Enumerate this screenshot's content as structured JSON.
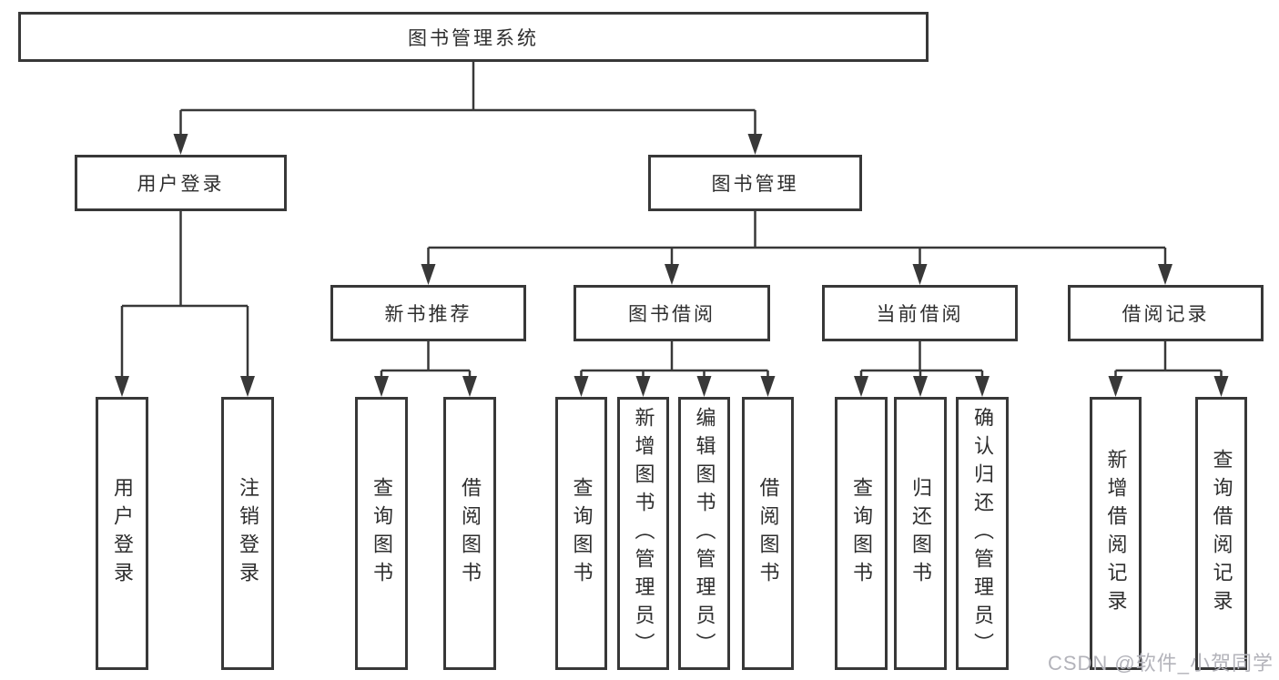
{
  "tree": {
    "root": {
      "label": "图书管理系统"
    },
    "branches": [
      {
        "label": "用户登录",
        "children": [
          {
            "label": "用户登录"
          },
          {
            "label": "注销登录"
          }
        ]
      },
      {
        "label": "图书管理",
        "groups": [
          {
            "label": "新书推荐",
            "children": [
              {
                "label": "查询图书"
              },
              {
                "label": "借阅图书"
              }
            ]
          },
          {
            "label": "图书借阅",
            "children": [
              {
                "label": "查询图书"
              },
              {
                "label": "新增图书（管理员）"
              },
              {
                "label": "编辑图书（管理员）"
              },
              {
                "label": "借阅图书"
              }
            ]
          },
          {
            "label": "当前借阅",
            "children": [
              {
                "label": "查询图书"
              },
              {
                "label": "归还图书"
              },
              {
                "label": "确认归还（管理员）"
              }
            ]
          },
          {
            "label": "借阅记录",
            "children": [
              {
                "label": "新增借阅记录"
              },
              {
                "label": "查询借阅记录"
              }
            ]
          }
        ]
      }
    ]
  },
  "watermark": {
    "text": "CSDN @软件_小贺同学",
    "color": "#b3b3ba"
  },
  "colors": {
    "line": "#383838",
    "text": "#2e2e2e",
    "background": "#ffffff"
  }
}
